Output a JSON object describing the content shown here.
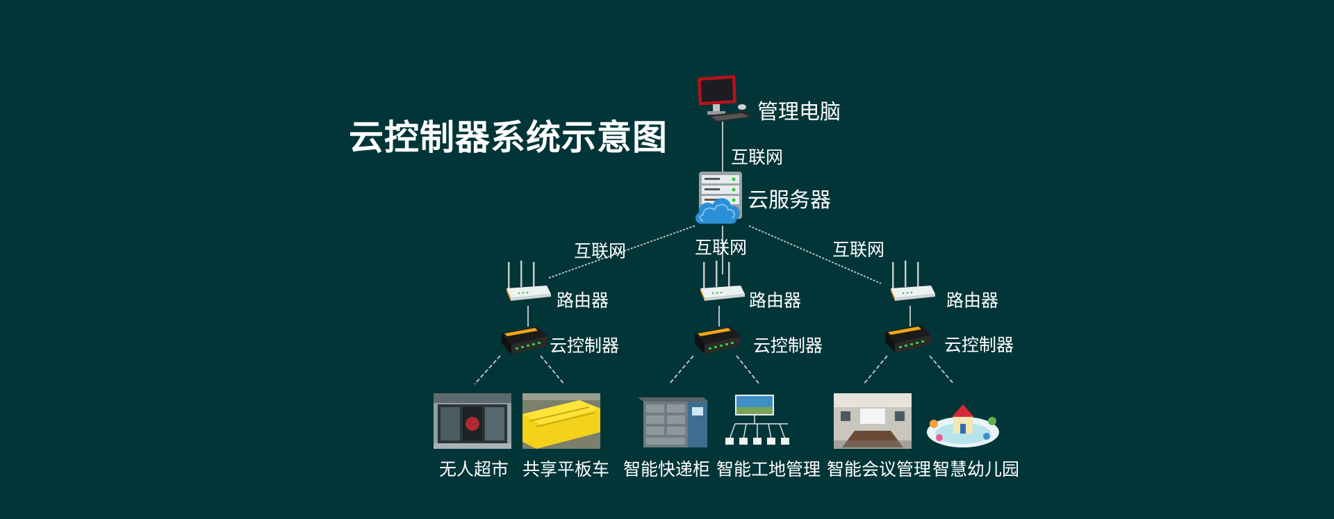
{
  "title": "云控制器系统示意图",
  "colors": {
    "background": "#023538",
    "text": "#ffffff",
    "line": "#b8c2c2",
    "controller_body": "#1b1b1b",
    "controller_accent": "#f2a51a",
    "router_body": "#eef1f1",
    "router_accent": "#f08a1c",
    "cloud": "#2b8fd6"
  },
  "top": {
    "management_pc": "管理电脑",
    "internet_1": "互联网",
    "cloud_server": "云服务器"
  },
  "branches": [
    {
      "internet": "互联网",
      "router": "路由器",
      "controller": "云控制器",
      "endpoints": [
        "无人超市",
        "共享平板车"
      ]
    },
    {
      "internet": "互联网",
      "router": "路由器",
      "controller": "云控制器",
      "endpoints": [
        "智能快递柜",
        "智能工地管理"
      ]
    },
    {
      "internet": "互联网",
      "router": "路由器",
      "controller": "云控制器",
      "endpoints": [
        "智能会议管理",
        "智慧幼儿园"
      ]
    }
  ],
  "icons": [
    "monitor-icon",
    "server-icon",
    "cloud-icon",
    "router-icon",
    "controller-icon"
  ]
}
